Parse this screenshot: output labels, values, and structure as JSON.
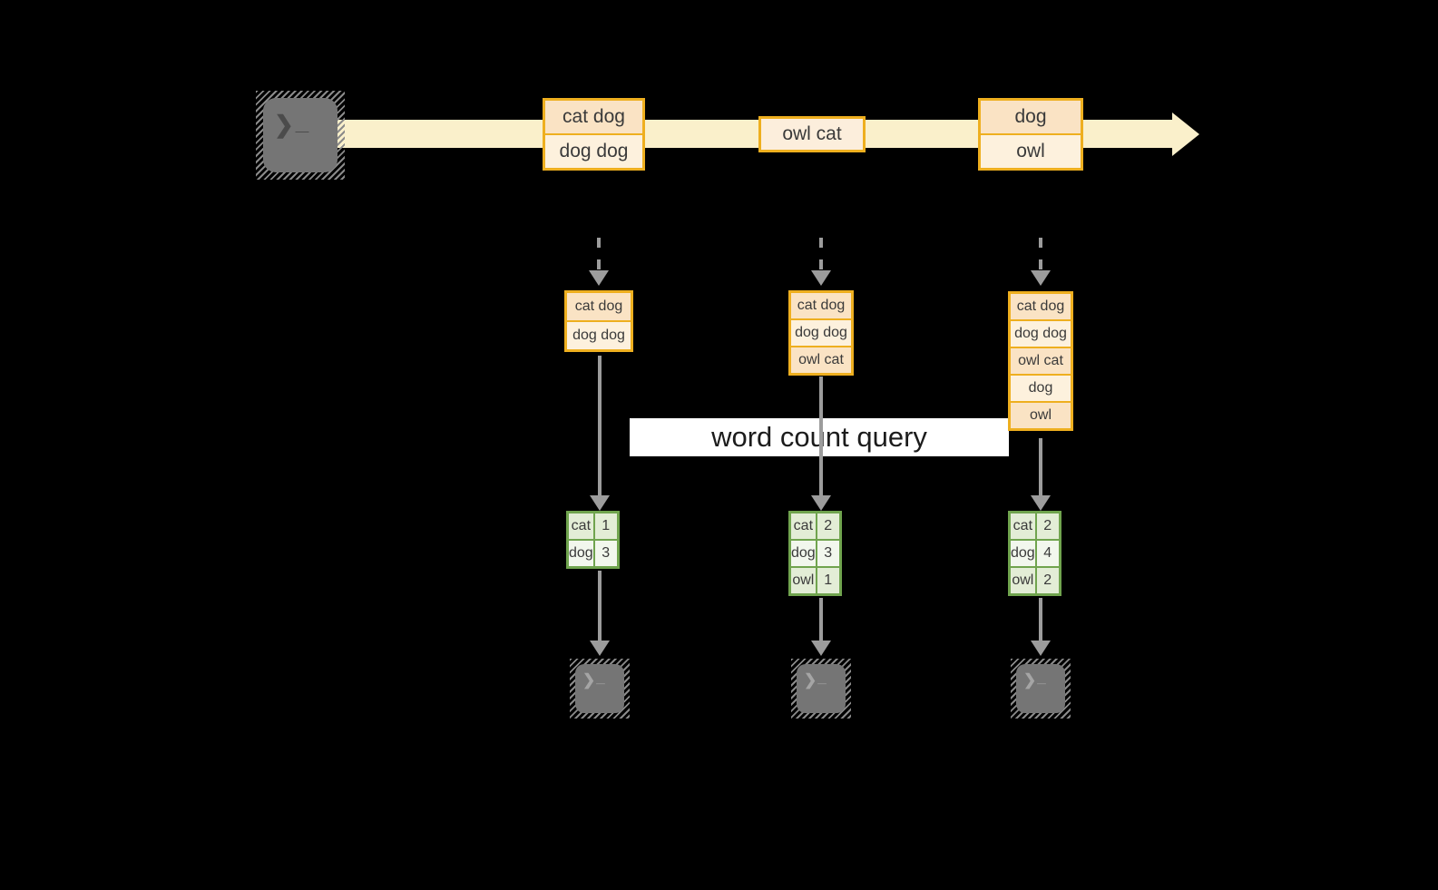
{
  "query_label": "word count query",
  "terminal_glyph": {
    "chevron": "❯",
    "underscore": "_"
  },
  "stream": {
    "boxes": [
      {
        "cells": [
          "cat dog",
          "dog dog"
        ]
      },
      {
        "cells": [
          "owl cat"
        ]
      },
      {
        "cells": [
          "dog",
          "owl"
        ]
      }
    ]
  },
  "columns": [
    {
      "batch": [
        "cat dog",
        "dog dog"
      ],
      "counts": [
        {
          "word": "cat",
          "count": "1"
        },
        {
          "word": "dog",
          "count": "3"
        }
      ]
    },
    {
      "batch": [
        "cat dog",
        "dog dog",
        "owl cat"
      ],
      "counts": [
        {
          "word": "cat",
          "count": "2"
        },
        {
          "word": "dog",
          "count": "3"
        },
        {
          "word": "owl",
          "count": "1"
        }
      ]
    },
    {
      "batch": [
        "cat dog",
        "dog dog",
        "owl cat",
        "dog",
        "owl"
      ],
      "counts": [
        {
          "word": "cat",
          "count": "2"
        },
        {
          "word": "dog",
          "count": "4"
        },
        {
          "word": "owl",
          "count": "2"
        }
      ]
    }
  ],
  "colors": {
    "background": "#000000",
    "stream_band": "#FAF0CB",
    "orange_border": "#EEAF1F",
    "peach_fill": "#FAE3C4",
    "cream_fill": "#FDF1DD",
    "green_border": "#70A44E",
    "green_fill": "#E3EDD6",
    "green_fill_light": "#F2F7ED",
    "arrow_gray": "#9C9C9C",
    "terminal_gray": "#757575",
    "query_bg": "#FFFFFF",
    "text_dark": "#3A3A3A"
  }
}
